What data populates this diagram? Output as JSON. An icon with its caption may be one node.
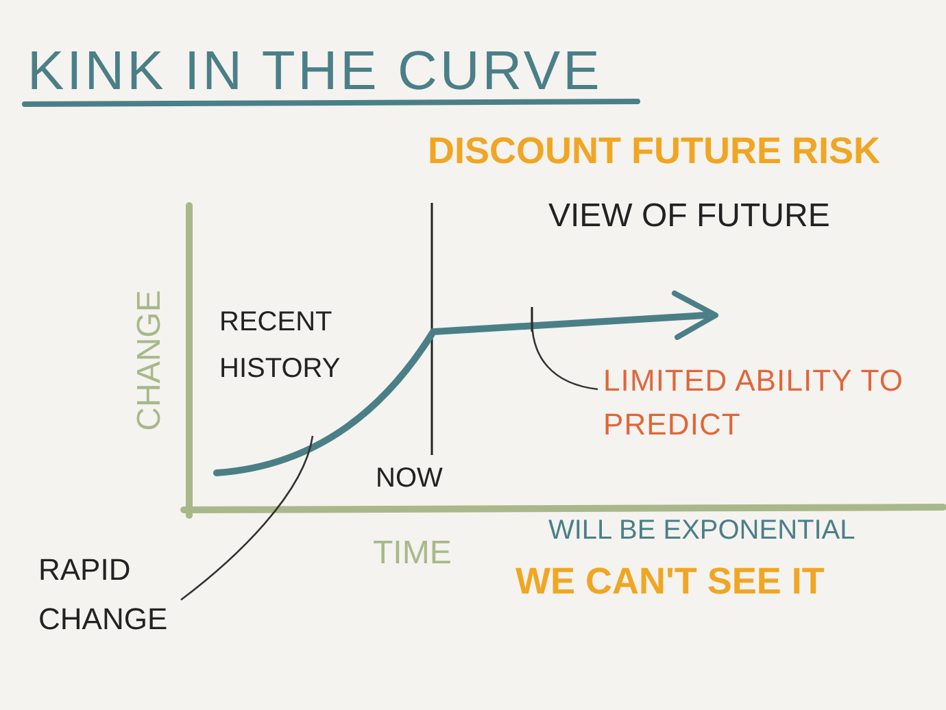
{
  "diagram": {
    "title": "KINK IN THE CURVE",
    "nodes": [
      {
        "text": [
          "LIMITED ABILITY TO PREDICT"
        ]
      },
      {
        "text": [
          "RAPID CHANGE"
        ]
      }
    ],
    "edges": [
      {
        "from": 0,
        "to": null,
        "arrow": "none"
      },
      {
        "from": 1,
        "to": null,
        "arrow": "none"
      }
    ],
    "labels": [
      "DISCOUNT FUTURE RISK",
      "VIEW OF FUTURE",
      "CHANGE",
      "RECENT HISTORY",
      "NOW",
      "TIME",
      "WILL BE EXPONENTIAL",
      "WE CAN'T SEE IT"
    ]
  }
}
